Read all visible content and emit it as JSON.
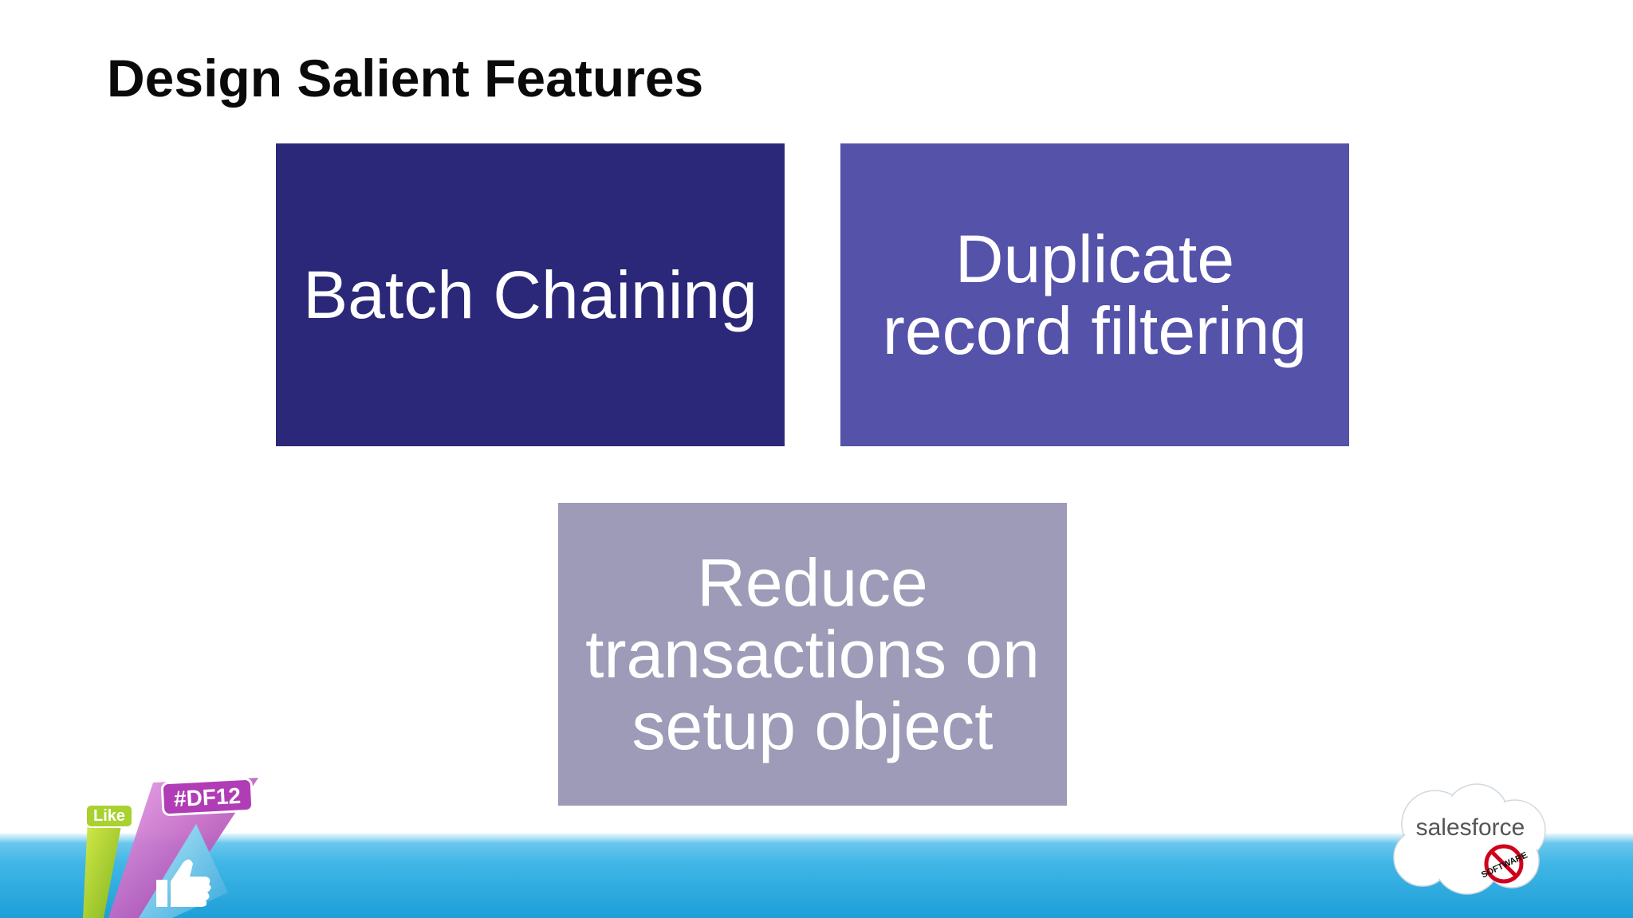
{
  "slide": {
    "title": "Design Salient Features"
  },
  "boxes": [
    {
      "label": "Batch Chaining",
      "color": "#2b2879"
    },
    {
      "label": "Duplicate record filtering",
      "color": "#5552a9"
    },
    {
      "label": "Reduce transactions on setup object",
      "color": "#9d9bb8"
    }
  ],
  "footer": {
    "df_logo": {
      "like_text": "Like",
      "hashtag": "#DF12",
      "icon": "thumbs-up-icon"
    },
    "salesforce_logo": {
      "brand": "salesforce",
      "badge": "SOFTWARE",
      "icon": "no-software-icon"
    }
  }
}
